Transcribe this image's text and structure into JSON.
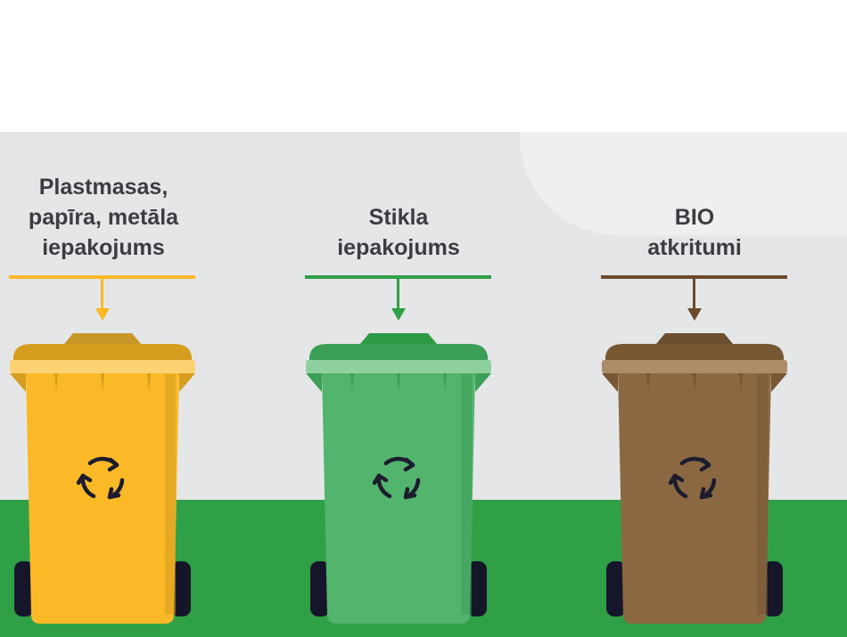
{
  "bins": [
    {
      "id": "plastic",
      "label_lines": [
        "Plastmasas,",
        "papīra, metāla",
        "iepakojums"
      ],
      "colors": {
        "body": "#fbb927",
        "lid": "#c79628",
        "rim": "#fcd272",
        "dark": "#d69e1f",
        "line": "#fbb927"
      },
      "icon": "recycle-icon"
    },
    {
      "id": "glass",
      "label_lines": [
        "Stikla",
        "iepakojums"
      ],
      "colors": {
        "body": "#53b46d",
        "lid": "#2d9a48",
        "rim": "#8fd09f",
        "dark": "#3c9f57",
        "line": "#30a047"
      },
      "icon": "recycle-icon"
    },
    {
      "id": "bio",
      "label_lines": [
        "BIO",
        "atkritumi"
      ],
      "colors": {
        "body": "#8b6841",
        "lid": "#6c4f2e",
        "rim": "#ad8c6a",
        "dark": "#775734",
        "line": "#6b4a2b"
      },
      "icon": "recycle-icon"
    }
  ],
  "scene_colors": {
    "background": "#e5e6e8",
    "grass": "#30a047",
    "text": "#3b3d42",
    "wheels": "#16162a"
  }
}
